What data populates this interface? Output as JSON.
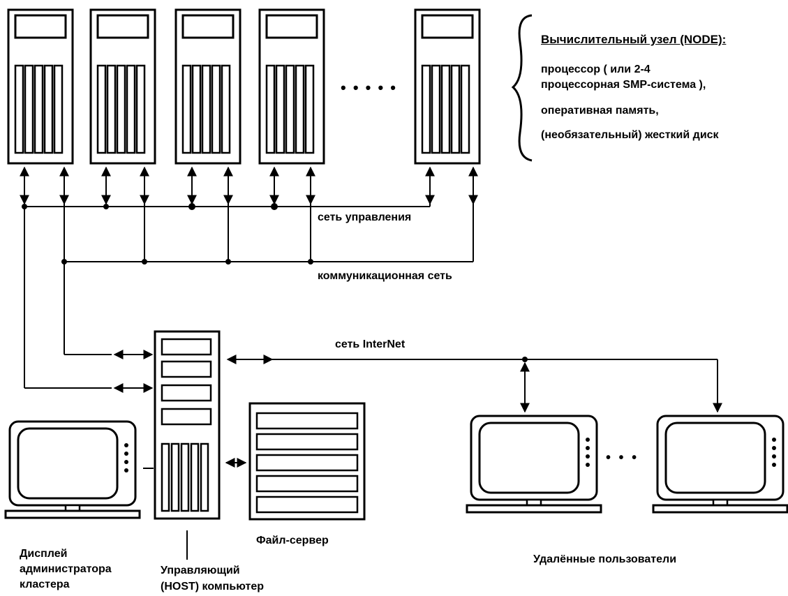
{
  "legend": {
    "title": "Вычислительный узел (NODE):",
    "line1": "процессор ( или 2-4",
    "line2": "процессорная SMP-система ),",
    "line3": "оперативная память,",
    "line4": "(необязательный) жесткий диск"
  },
  "networks": {
    "control": "сеть управления",
    "communication": "коммуникационная сеть",
    "internet": "сеть InterNet"
  },
  "ellipsis_top": "• • • • •",
  "ellipsis_bottom": "• • •",
  "labels": {
    "file_server": "Файл-сервер",
    "admin_display": [
      "Дисплей",
      "администратора",
      "кластера"
    ],
    "host": [
      "Управляющий",
      "(HOST) компьютер"
    ],
    "remote_users": "Удалённые пользователи"
  }
}
